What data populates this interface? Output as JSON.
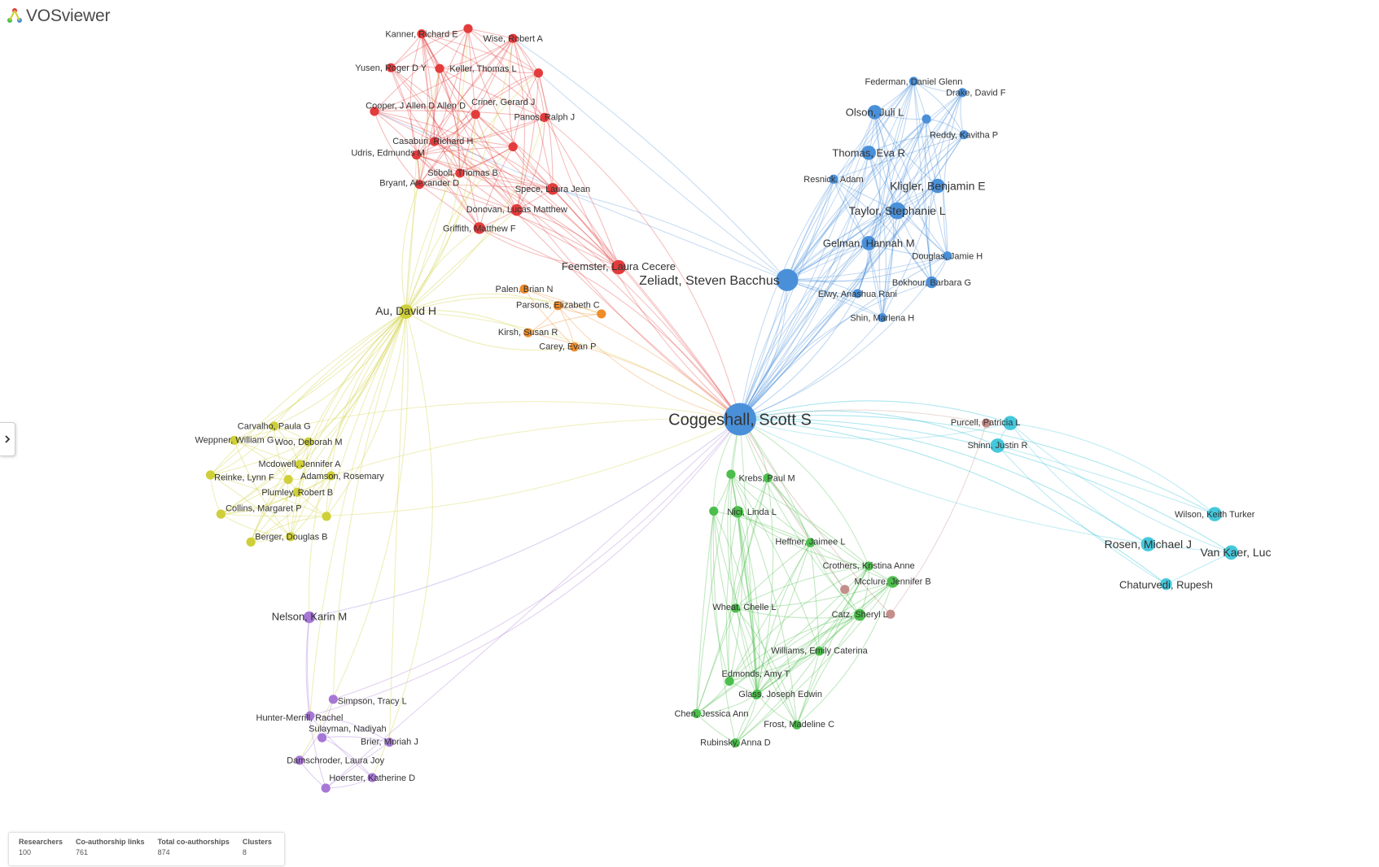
{
  "app": {
    "title": "VOSviewer"
  },
  "colors": {
    "red": "#e33c3c",
    "blue": "#4a90d9",
    "yellow": "#cfcf3a",
    "green": "#4cbe4c",
    "purple": "#a777d6",
    "orange": "#f08c2a",
    "cyan": "#45c8dc",
    "brown": "#c48f8a"
  },
  "icons": {
    "logo": "vosviewer-logo-icon",
    "toggle": "chevron-right-icon"
  },
  "stats": {
    "researchers_label": "Researchers",
    "researchers_value": "100",
    "links_label": "Co-authorship links",
    "links_value": "761",
    "coauthorships_label": "Total co-authorships",
    "coauthorships_value": "874",
    "clusters_label": "Clusters",
    "clusters_value": "8"
  },
  "network": {
    "nodes": [
      {
        "label": "Coggeshall, Scott S",
        "cluster": "blue",
        "weight": 10
      },
      {
        "label": "Zeliadt, Steven Bacchus",
        "cluster": "blue",
        "weight": 6
      },
      {
        "label": "Taylor, Stephanie L",
        "cluster": "blue",
        "weight": 4
      },
      {
        "label": "Kligler, Benjamin E",
        "cluster": "blue",
        "weight": 3
      },
      {
        "label": "Thomas, Eva R",
        "cluster": "blue",
        "weight": 3
      },
      {
        "label": "Olson, Juli L",
        "cluster": "blue",
        "weight": 3
      },
      {
        "label": "Gelman, Hannah M",
        "cluster": "blue",
        "weight": 3
      },
      {
        "label": "Bokhour, Barbara G",
        "cluster": "blue",
        "weight": 2
      },
      {
        "label": "Federman, Daniel Glenn",
        "cluster": "blue",
        "weight": 1
      },
      {
        "label": "Drake, David F",
        "cluster": "blue",
        "weight": 1
      },
      {
        "label": "Reddy, Kavitha P",
        "cluster": "blue",
        "weight": 1
      },
      {
        "label": "Resnick, Adam",
        "cluster": "blue",
        "weight": 1
      },
      {
        "label": "Douglas, Jamie H",
        "cluster": "blue",
        "weight": 1
      },
      {
        "label": "Elwy, Anashua Rani",
        "cluster": "blue",
        "weight": 1
      },
      {
        "label": "Shin, Marlena H",
        "cluster": "blue",
        "weight": 1
      },
      {
        "label": "",
        "cluster": "blue",
        "weight": 1
      },
      {
        "label": "Kanner, Richard E",
        "cluster": "red",
        "weight": 1
      },
      {
        "label": "Wise, Robert A",
        "cluster": "red",
        "weight": 1
      },
      {
        "label": "Yusen, Roger D Y",
        "cluster": "red",
        "weight": 1
      },
      {
        "label": "Keller, Thomas L",
        "cluster": "red",
        "weight": 1
      },
      {
        "label": "Cooper, J Allen D Allen D",
        "cluster": "red",
        "weight": 1
      },
      {
        "label": "Criner, Gerard J",
        "cluster": "red",
        "weight": 1
      },
      {
        "label": "Panos, Ralph J",
        "cluster": "red",
        "weight": 1
      },
      {
        "label": "Casaburi, Richard H",
        "cluster": "red",
        "weight": 1
      },
      {
        "label": "Udris, Edmunds M",
        "cluster": "red",
        "weight": 1
      },
      {
        "label": "Stibolt, Thomas B",
        "cluster": "red",
        "weight": 1
      },
      {
        "label": "Bryant, Alexander D",
        "cluster": "red",
        "weight": 1
      },
      {
        "label": "Spece, Laura Jean",
        "cluster": "red",
        "weight": 2
      },
      {
        "label": "Donovan, Lucas Matthew",
        "cluster": "red",
        "weight": 2
      },
      {
        "label": "Griffith, Matthew F",
        "cluster": "red",
        "weight": 2
      },
      {
        "label": "Feemster, Laura Cecere",
        "cluster": "red",
        "weight": 3
      },
      {
        "label": "",
        "cluster": "red",
        "weight": 1
      },
      {
        "label": "",
        "cluster": "red",
        "weight": 1
      },
      {
        "label": "",
        "cluster": "red",
        "weight": 1
      },
      {
        "label": "Palen, Brian N",
        "cluster": "orange",
        "weight": 1
      },
      {
        "label": "Parsons, Elizabeth C",
        "cluster": "orange",
        "weight": 1
      },
      {
        "label": "Kirsh, Susan R",
        "cluster": "orange",
        "weight": 1
      },
      {
        "label": "Carey, Evan P",
        "cluster": "orange",
        "weight": 1
      },
      {
        "label": "",
        "cluster": "orange",
        "weight": 1
      },
      {
        "label": "Au, David H",
        "cluster": "yellow",
        "weight": 3
      },
      {
        "label": "Carvalho, Paula G",
        "cluster": "yellow",
        "weight": 1
      },
      {
        "label": "Weppner, William G",
        "cluster": "yellow",
        "weight": 1
      },
      {
        "label": "Woo, Deborah M",
        "cluster": "yellow",
        "weight": 1
      },
      {
        "label": "Mcdowell, Jennifer A",
        "cluster": "yellow",
        "weight": 1
      },
      {
        "label": "Reinke, Lynn F",
        "cluster": "yellow",
        "weight": 1
      },
      {
        "label": "Adamson, Rosemary",
        "cluster": "yellow",
        "weight": 1
      },
      {
        "label": "Plumley, Robert B",
        "cluster": "yellow",
        "weight": 1
      },
      {
        "label": "Collins, Margaret P",
        "cluster": "yellow",
        "weight": 1
      },
      {
        "label": "Berger, Douglas B",
        "cluster": "yellow",
        "weight": 1
      },
      {
        "label": "",
        "cluster": "yellow",
        "weight": 1
      },
      {
        "label": "",
        "cluster": "yellow",
        "weight": 1
      },
      {
        "label": "",
        "cluster": "yellow",
        "weight": 1
      },
      {
        "label": "Nelson, Karin M",
        "cluster": "purple",
        "weight": 2
      },
      {
        "label": "Simpson, Tracy L",
        "cluster": "purple",
        "weight": 1
      },
      {
        "label": "Hunter-Merrill, Rachel",
        "cluster": "purple",
        "weight": 1
      },
      {
        "label": "Sulayman, Nadiyah",
        "cluster": "purple",
        "weight": 1
      },
      {
        "label": "Brier, Moriah J",
        "cluster": "purple",
        "weight": 1
      },
      {
        "label": "Damschroder, Laura Joy",
        "cluster": "purple",
        "weight": 1
      },
      {
        "label": "Hoerster, Katherine D",
        "cluster": "purple",
        "weight": 1
      },
      {
        "label": "",
        "cluster": "purple",
        "weight": 1
      },
      {
        "label": "Krebs, Paul M",
        "cluster": "green",
        "weight": 1
      },
      {
        "label": "Nici, Linda L",
        "cluster": "green",
        "weight": 1
      },
      {
        "label": "Heffner, Jaimee L",
        "cluster": "green",
        "weight": 2
      },
      {
        "label": "Crothers, Kristina Anne",
        "cluster": "green",
        "weight": 1
      },
      {
        "label": "Mcclure, Jennifer B",
        "cluster": "green",
        "weight": 1
      },
      {
        "label": "Catz, Sheryl L",
        "cluster": "green",
        "weight": 1
      },
      {
        "label": "Wheat, Chelle L",
        "cluster": "green",
        "weight": 2
      },
      {
        "label": "Williams, Emily Caterina",
        "cluster": "green",
        "weight": 2
      },
      {
        "label": "Edmonds, Amy T",
        "cluster": "green",
        "weight": 1
      },
      {
        "label": "Glass, Joseph Edwin",
        "cluster": "green",
        "weight": 1
      },
      {
        "label": "Chen, Jessica Ann",
        "cluster": "green",
        "weight": 1
      },
      {
        "label": "Frost, Madeline C",
        "cluster": "green",
        "weight": 1
      },
      {
        "label": "Rubinsky, Anna D",
        "cluster": "green",
        "weight": 1
      },
      {
        "label": "",
        "cluster": "green",
        "weight": 1
      },
      {
        "label": "",
        "cluster": "green",
        "weight": 1
      },
      {
        "label": "",
        "cluster": "green",
        "weight": 1
      },
      {
        "label": "Purcell, Patricia L",
        "cluster": "brown",
        "weight": 1
      },
      {
        "label": "Shinn, Justin R",
        "cluster": "brown",
        "weight": 1
      },
      {
        "label": "",
        "cluster": "brown",
        "weight": 1
      },
      {
        "label": "Wilson, Keith Turker",
        "cluster": "cyan",
        "weight": 3
      },
      {
        "label": "Rosen, Michael J",
        "cluster": "cyan",
        "weight": 3
      },
      {
        "label": "Van Kaer, Luc",
        "cluster": "cyan",
        "weight": 3
      },
      {
        "label": "Chaturvedi, Rupesh",
        "cluster": "cyan",
        "weight": 3
      },
      {
        "label": "",
        "cluster": "cyan",
        "weight": 3
      },
      {
        "label": "",
        "cluster": "cyan",
        "weight": 2
      }
    ]
  }
}
